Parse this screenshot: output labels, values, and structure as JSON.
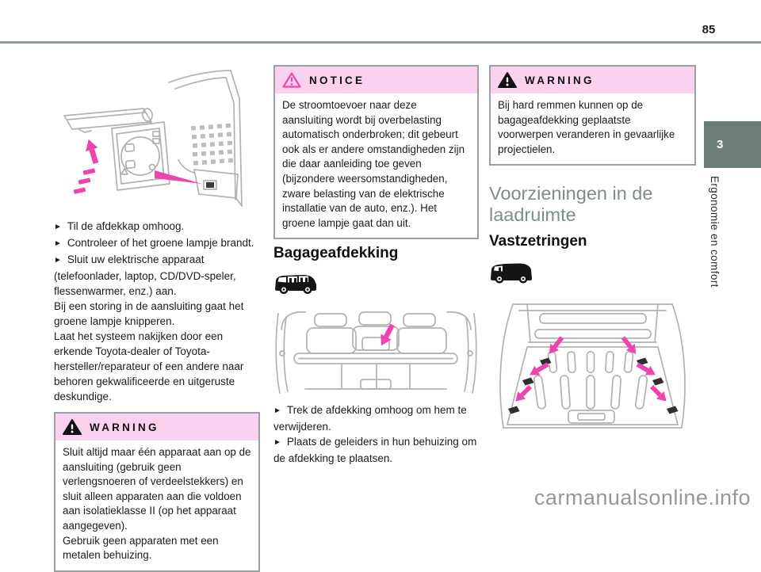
{
  "page": {
    "number": "85",
    "watermark": "carmanualsonline.info"
  },
  "sidebar": {
    "chapter_number": "3",
    "chapter_title": "Ergonomie en comfort"
  },
  "glyphs": {
    "bullet": "►"
  },
  "colors": {
    "note_header_pink": "#fad2ef",
    "arrow_magenta": "#ee44ae",
    "chapter_tab": "#6d7d7a",
    "section_heading": "#7e8d8b",
    "top_rule": "#8e9d9d",
    "box_border": "#9aa0a0",
    "watermark_gray": "#979797"
  },
  "columns": {
    "left": {
      "bullets": [
        "Til de afdekkap omhoog.",
        "Controleer of het groene lampje brandt.",
        "Sluit uw elektrische apparaat (telefoonlader, laptop, CD/DVD-speler, flessenwarmer, enz.) aan."
      ],
      "paragraphs": [
        "Bij een storing in de aansluiting gaat het groene lampje knipperen.",
        "Laat het systeem nakijken door een erkende Toyota-dealer of Toyota-hersteller/reparateur of een andere naar behoren gekwalificeerde en uitgeruste deskundige."
      ],
      "warning": {
        "title": "WARNING",
        "paragraphs": [
          "Sluit altijd maar één apparaat aan op de aansluiting (gebruik geen verlengsnoeren of verdeelstekkers) en sluit alleen apparaten aan die voldoen aan isolatieklasse II (op het apparaat aangegeven).",
          "Gebruik geen apparaten met een metalen behuizing."
        ]
      }
    },
    "middle": {
      "notice": {
        "title": "NOTICE",
        "paragraphs": [
          "De stroomtoevoer naar deze aansluiting wordt bij overbelasting automatisch onderbroken; dit gebeurt ook als er andere omstandigheden zijn die daar aanleiding toe geven (bijzondere weersomstandigheden, zware belasting van de elektrische installatie van de auto, enz.). Het groene lampje gaat dan uit."
        ]
      },
      "heading": "Bagageafdekking",
      "bullets": [
        "Trek de afdekking omhoog om hem te verwijderen.",
        "Plaats de geleiders in hun behuizing om de afdekking te plaatsen."
      ]
    },
    "right": {
      "warning": {
        "title": "WARNING",
        "paragraphs": [
          "Bij hard remmen kunnen op de bagageafdekking geplaatste voorwerpen veranderen in gevaarlijke projectielen."
        ]
      },
      "section_heading": "Voorzieningen in de laadruimte",
      "subheading": "Vastzetringen"
    }
  }
}
